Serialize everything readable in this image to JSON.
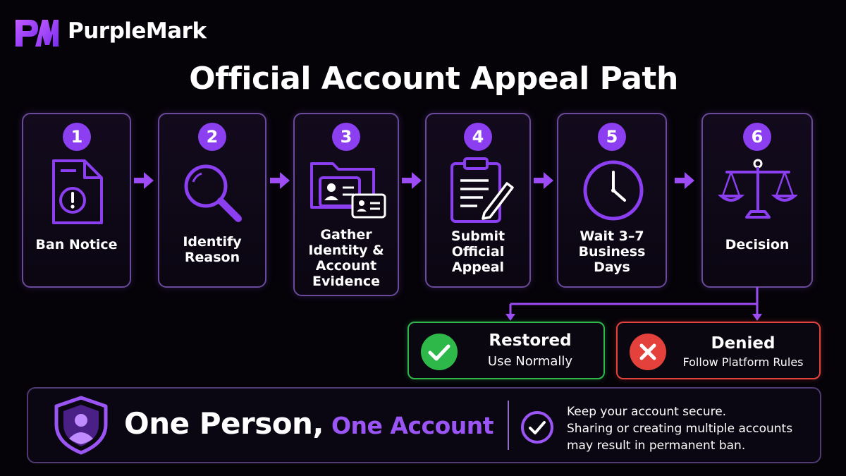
{
  "brand": {
    "name": "PurpleMark"
  },
  "title": "Official Account Appeal Path",
  "steps": [
    {
      "number": "1",
      "label": "Ban Notice",
      "icon": "document-alert-icon"
    },
    {
      "number": "2",
      "label": "Identify\nReason",
      "icon": "magnifier-icon"
    },
    {
      "number": "3",
      "label": "Gather\nIdentity &\nAccount\nEvidence",
      "icon": "folder-id-card-icon"
    },
    {
      "number": "4",
      "label": "Submit\nOfficial\nAppeal",
      "icon": "clipboard-pen-icon"
    },
    {
      "number": "5",
      "label": "Wait 3–7\nBusiness\nDays",
      "icon": "clock-icon"
    },
    {
      "number": "6",
      "label": "Decision",
      "icon": "scales-icon"
    }
  ],
  "outcomes": {
    "restored": {
      "title": "Restored",
      "subtitle": "Use Normally",
      "color": "#2fb84a"
    },
    "denied": {
      "title": "Denied",
      "subtitle": "Follow Platform Rules",
      "color": "#e5413c"
    }
  },
  "banner": {
    "slogan_part1": "One Person,",
    "slogan_part2": "One Account",
    "note_line1": "Keep your account secure.",
    "note_line2": "Sharing or creating multiple accounts",
    "note_line3": "may result in permanent ban."
  },
  "colors": {
    "accent": "#8b3ff0",
    "card_border": "#6a4a9a",
    "background": "#050308"
  }
}
